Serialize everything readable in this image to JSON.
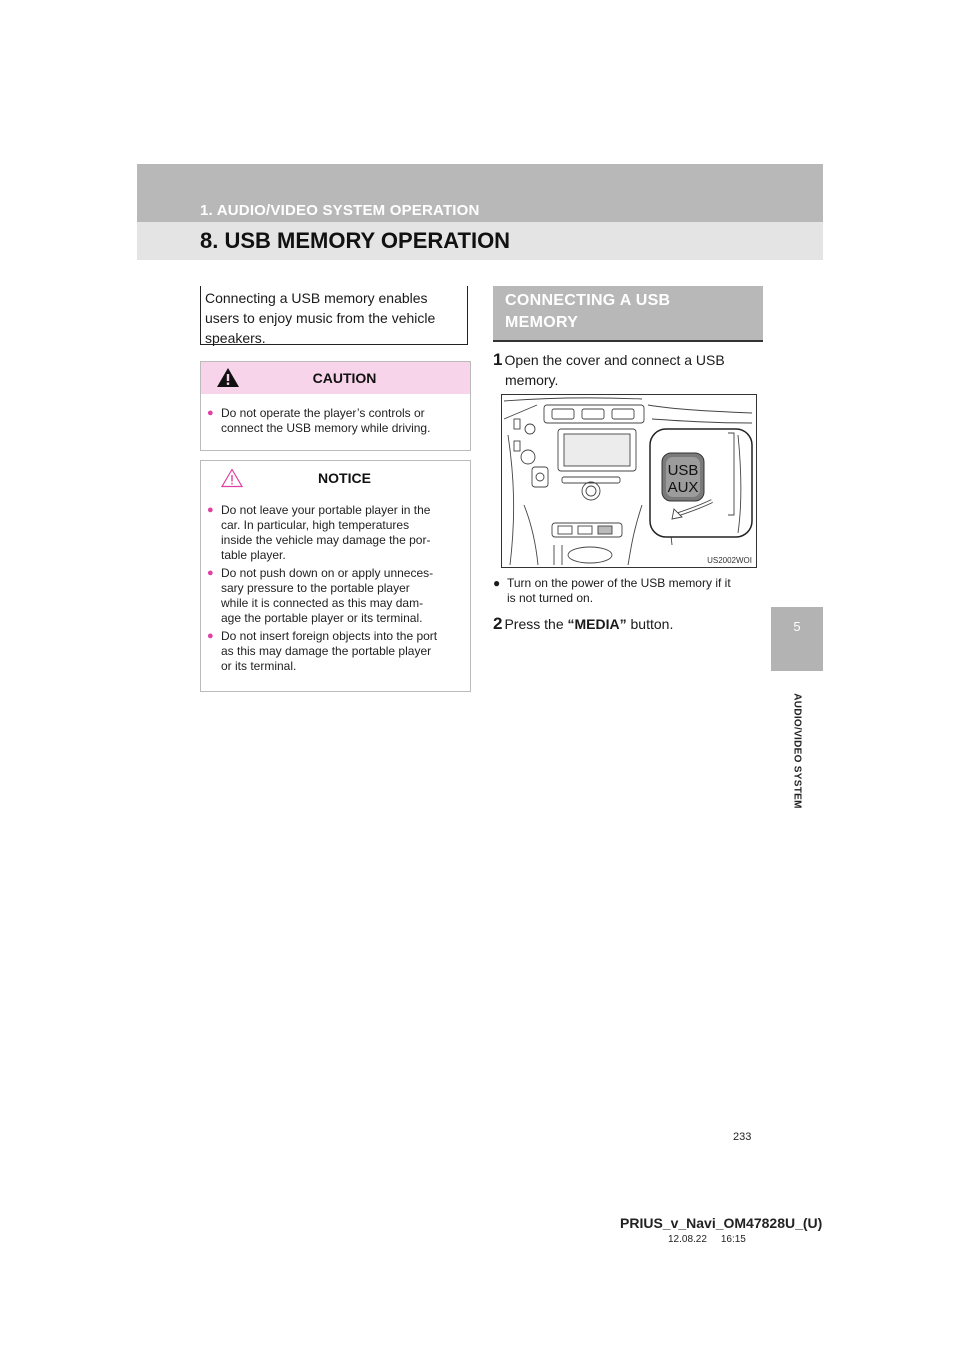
{
  "header": {
    "section": "1. AUDIO/VIDEO SYSTEM OPERATION",
    "title": "8. USB MEMORY OPERATION"
  },
  "side_tab": {
    "number": "5",
    "label": "AUDIO/VIDEO SYSTEM"
  },
  "intro": {
    "lines": [
      "Connecting a USB memory enables",
      "users to enjoy music from the vehicle",
      "speakers."
    ]
  },
  "caution": {
    "heading": "CAUTION",
    "items": [
      {
        "lines": [
          "Do not operate the player’s controls or",
          "connect the USB memory while driving."
        ]
      }
    ]
  },
  "notice": {
    "heading": "NOTICE",
    "items": [
      {
        "lines": [
          "Do not leave your portable player in the",
          "car. In particular, high temperatures",
          "inside the vehicle may damage the por-",
          "table player."
        ]
      },
      {
        "lines": [
          "Do not push down on or apply unneces-",
          "sary pressure to the portable player",
          "while it is connected as this may dam-",
          "age the portable player or its terminal."
        ]
      },
      {
        "lines": [
          "Do not insert foreign objects into the port",
          "as this may damage the portable player",
          "or its terminal."
        ]
      }
    ]
  },
  "connect_section": {
    "heading_lines": [
      "CONNECTING A USB",
      "MEMORY"
    ],
    "step1": {
      "num": "1",
      "lines": [
        "Open the cover and connect a USB",
        "memory."
      ]
    },
    "illustration": {
      "port_label_1": "USB",
      "port_label_2": "AUX",
      "code": "US2002WOI"
    },
    "check_note": {
      "lines": [
        "Turn on the power of the USB memory if it",
        "is not turned on."
      ]
    },
    "step2": {
      "num": "2",
      "prefix": "Press the ",
      "button": "“MEDIA”",
      "suffix": " button."
    }
  },
  "footer": {
    "page": "233",
    "doc_id": "PRIUS_v_Navi_OM47828U_(U)",
    "stamp": "12.08.22     16:15"
  }
}
